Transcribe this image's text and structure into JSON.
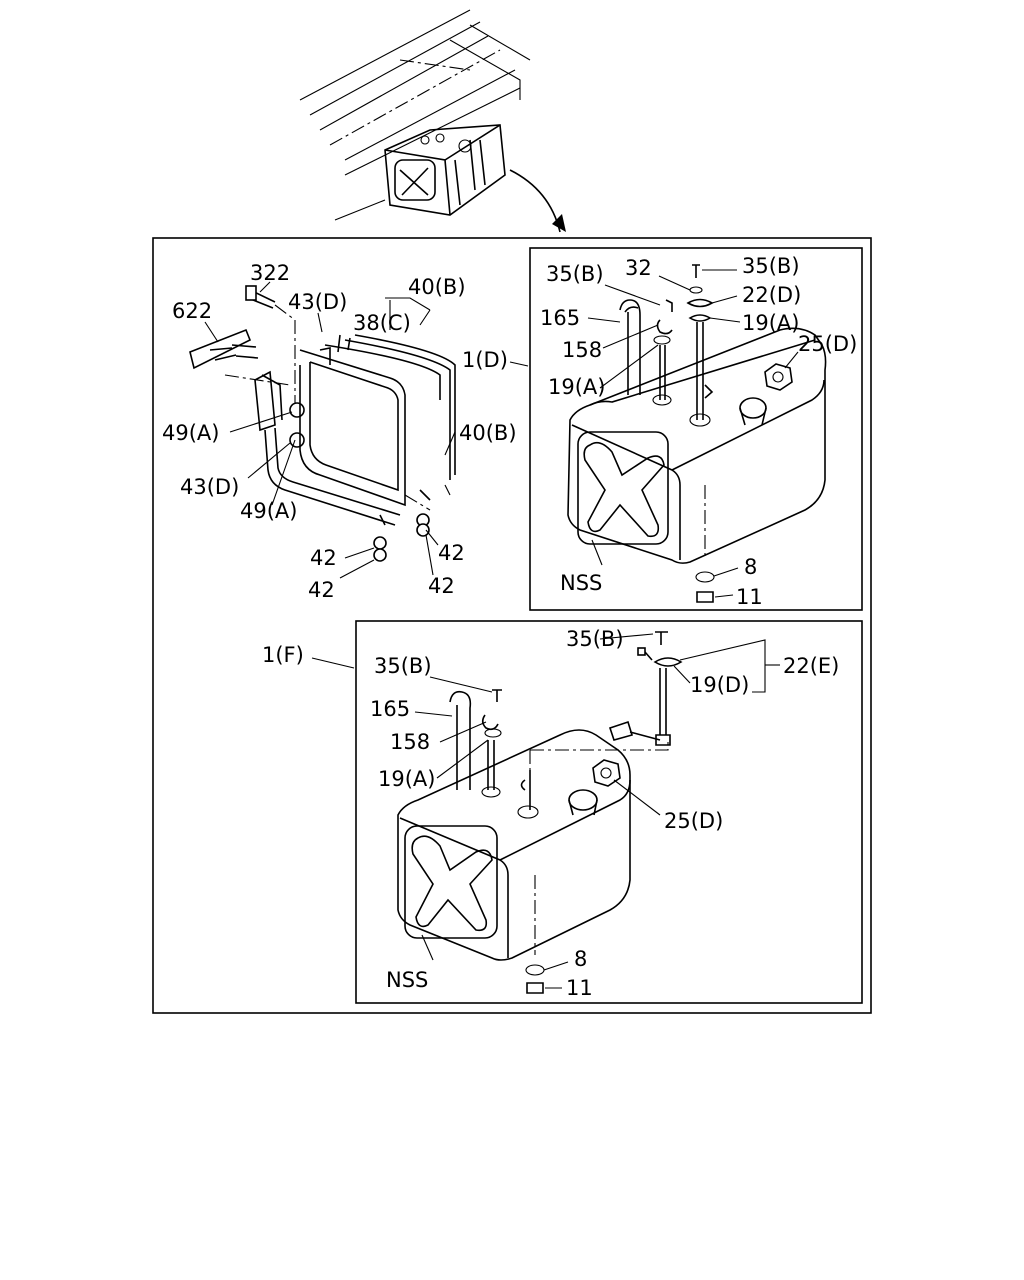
{
  "figure": {
    "upper_left_labels": {
      "p322": "322",
      "p622": "622",
      "p43d_top": "43(D)",
      "p40b_top": "40(B)",
      "p38c": "38(C)",
      "p49a_top": "49(A)",
      "p43d_bottom": "43(D)",
      "p40b_mid": "40(B)",
      "p49a_bottom": "49(A)",
      "p42_a": "42",
      "p42_b": "42",
      "p42_c": "42",
      "p42_d": "42",
      "p1d": "1(D)"
    },
    "inset_d_labels": {
      "p35b_left": "35(B)",
      "p32": "32",
      "p35b_right": "35(B)",
      "p22d": "22(D)",
      "p165": "165",
      "p19a_right": "19(A)",
      "p25d": "25(D)",
      "p158": "158",
      "p19a_left": "19(A)",
      "nss": "NSS",
      "p8": "8",
      "p11": "11"
    },
    "inset_f_labels": {
      "p1f": "1(F)",
      "p35b_top": "35(B)",
      "p22e": "22(E)",
      "p35b_left": "35(B)",
      "p19d": "19(D)",
      "p165": "165",
      "p158": "158",
      "p19a": "19(A)",
      "p25d": "25(D)",
      "nss": "NSS",
      "p8": "8",
      "p11": "11"
    }
  }
}
